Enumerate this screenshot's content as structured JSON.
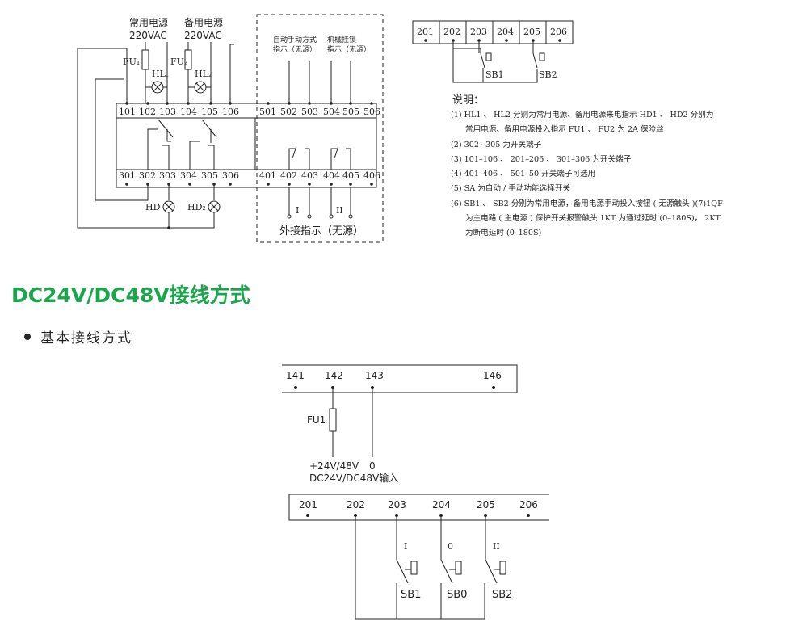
{
  "top_left_diagram": {
    "label_normal_power": "常用电源",
    "label_backup_power": "备用电源",
    "voltage_normal": "220VAC",
    "voltage_backup": "220VAC",
    "fuse1": "FU₁",
    "fuse2": "FU₂",
    "lamp1": "HL₁",
    "lamp2": "HL₂",
    "auto_manual_indicator": [
      "自动手动方式",
      "指示（无源）"
    ],
    "mech_interlock": [
      "机械挂锁",
      "指示（无源）"
    ],
    "terminals_top": [
      "101",
      "102",
      "103",
      "104",
      "105",
      "106",
      "501",
      "502",
      "503",
      "504",
      "505",
      "506"
    ],
    "terminals_bottom": [
      "301",
      "302",
      "303",
      "304",
      "305",
      "306",
      "401",
      "402",
      "403",
      "404",
      "405",
      "406"
    ],
    "hd1": "HD",
    "hd2": "HD₂",
    "roman1": "I",
    "roman2": "II",
    "external_indicator": "外接指示（无源）"
  },
  "top_right_diagram": {
    "terminals": [
      "201",
      "202",
      "203",
      "204",
      "205",
      "206"
    ],
    "sb1": "SB1",
    "sb2": "SB2"
  },
  "notes": {
    "title": "说明：",
    "lines": [
      {
        "text": "(1) HL1 、 HL2 分别为常用电源、备用电源来电指示 HD1 、 HD2 分别为",
        "indent": false
      },
      {
        "text": "常用电源、备用电源投入指示 FU1 、 FU2 为 2A 保险丝",
        "indent": true
      },
      {
        "text": "(2) 302~305 为开关端子",
        "indent": false
      },
      {
        "text": "(3) 101–106 、 201–206 、 301–306 为开关端子",
        "indent": false
      },
      {
        "text": "(4) 401–406 、 501–50 开关端子可选用",
        "indent": false
      },
      {
        "text": "(5) SA 为自动 / 手动功能选择开关",
        "indent": false
      },
      {
        "text": "(6) SB1 、 SB2 分别为常用电源，备用电源手动投入按钮 ( 无源触头 )(7)1QF",
        "indent": false
      },
      {
        "text": "为主电路 ( 主电源 ) 保护开关报警触头 1KT 为通过延时 (0–180S)， 2KT",
        "indent": true
      },
      {
        "text": "为断电延时 (0–180S)",
        "indent": true
      }
    ]
  },
  "section": {
    "title": "DC24V/DC48V接线方式",
    "bullet": "基本接线方式"
  },
  "bottom_diagram": {
    "strip1_terminals": [
      "141",
      "142",
      "143",
      "146"
    ],
    "fuse": "FU1",
    "supply_plus": "+24V/48V",
    "supply_zero": "0",
    "supply_label": "DC24V/DC48V输入",
    "strip2_terminals": [
      "201",
      "202",
      "203",
      "204",
      "205",
      "206"
    ],
    "switch_marks": [
      "I",
      "0",
      "II"
    ],
    "buttons": [
      "SB1",
      "SB0",
      "SB2"
    ]
  },
  "colors": {
    "section_title": "#1aa64a",
    "line": "#222222"
  }
}
